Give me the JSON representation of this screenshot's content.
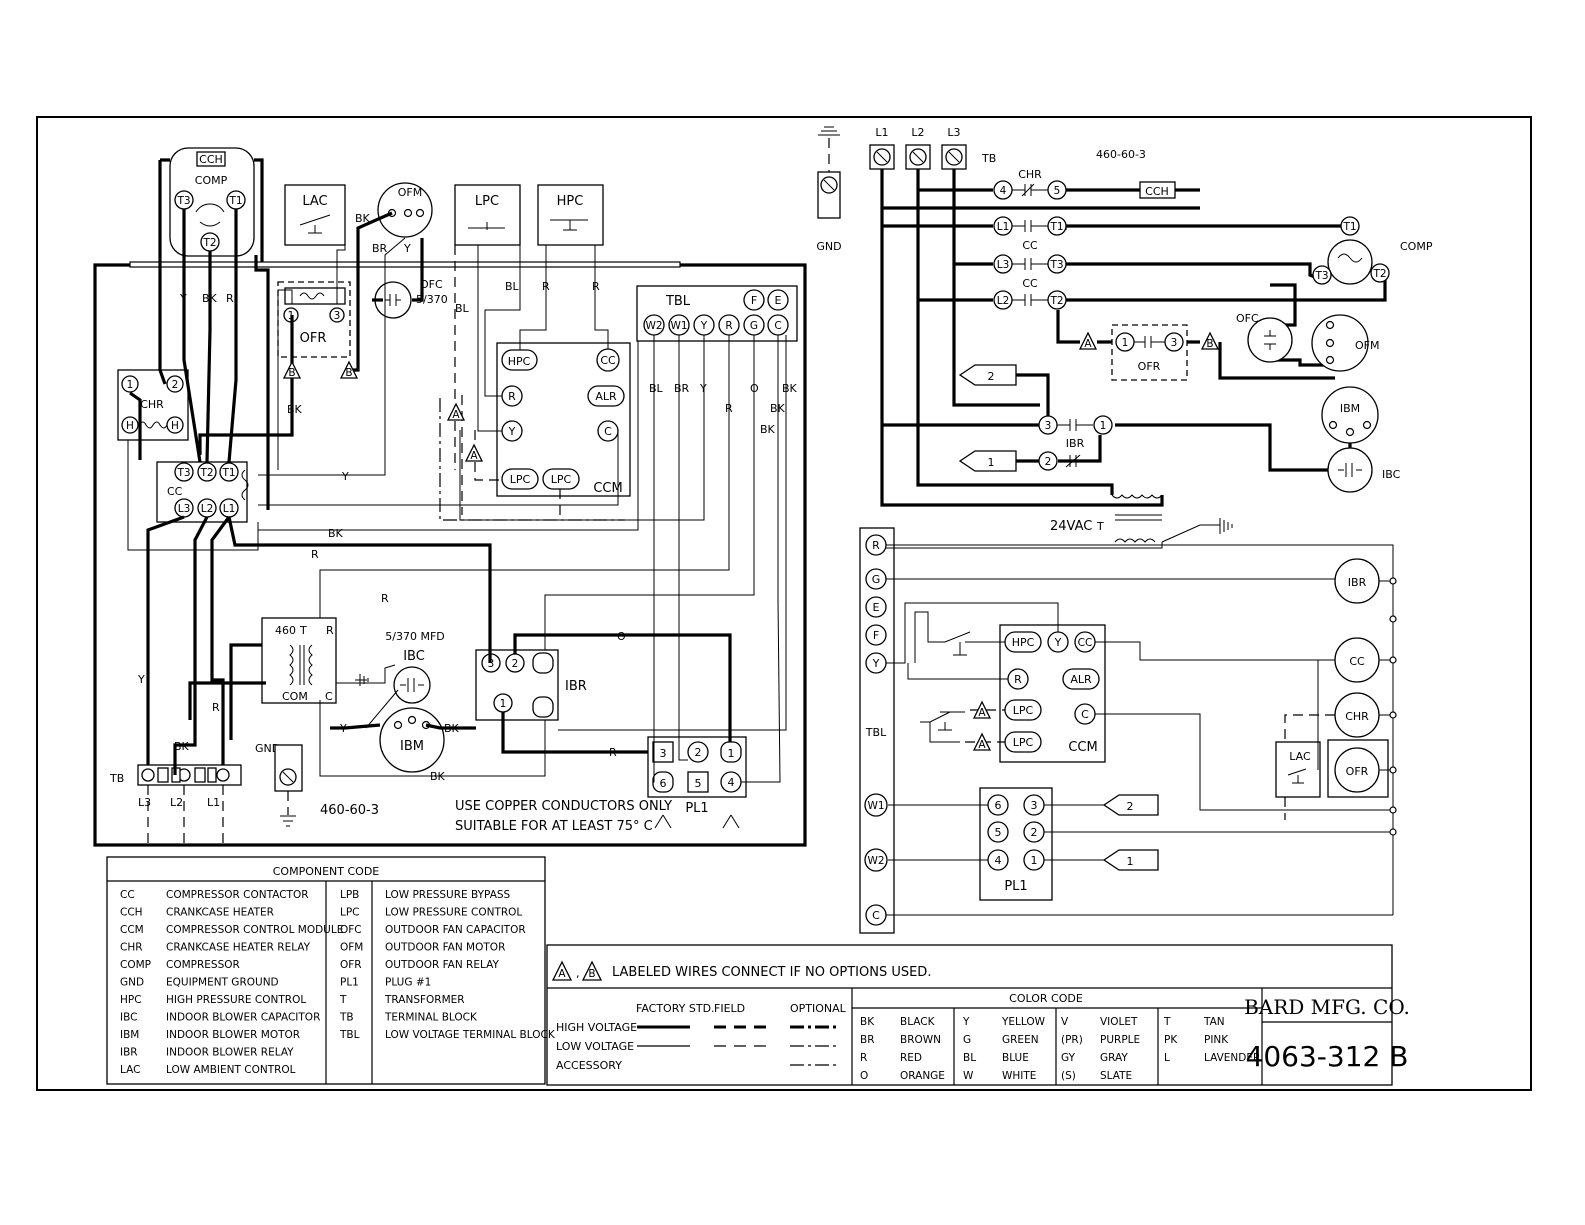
{
  "left_diagram": {
    "components": {
      "cch": "CCH",
      "comp": "COMP",
      "t3": "T3",
      "t1": "T1",
      "t2": "T2",
      "lac": "LAC",
      "ofm": "OFM",
      "lpc": "LPC",
      "hpc": "HPC",
      "ofc": "OFC",
      "ofc_rating": "5/370",
      "ofr": "OFR",
      "ofr_t1": "1",
      "ofr_t3": "3",
      "chr": "CHR",
      "chr_t1": "1",
      "chr_t2": "2",
      "chr_h": "H",
      "cc": "CC",
      "l1": "L1",
      "l2": "L2",
      "l3": "L3",
      "ccm": "CCM",
      "ccm_hpc": "HPC",
      "ccm_cc": "CC",
      "ccm_r": "R",
      "ccm_alr": "ALR",
      "ccm_y": "Y",
      "ccm_c": "C",
      "ccm_lpc": "LPC",
      "tbl": "TBL",
      "tbl_terms": [
        "W2",
        "W1",
        "Y",
        "R",
        "G",
        "C"
      ],
      "tbl_f": "F",
      "tbl_e": "E",
      "transformer_v": "460",
      "transformer_t": "T",
      "transformer_r": "R",
      "transformer_com": "COM",
      "transformer_c": "C",
      "ibc_rating": "5/370 MFD",
      "ibc": "IBC",
      "ibm": "IBM",
      "ibr": "IBR",
      "ibr_terms": [
        "3",
        "2",
        "1"
      ],
      "pl1": "PL1",
      "pl1_terms": [
        "3",
        "2",
        "1",
        "6",
        "5",
        "4"
      ],
      "tb": "TB",
      "gnd": "GND",
      "power": "460-60-3",
      "note_line1": "USE COPPER CONDUCTORS ONLY",
      "note_line2": "SUITABLE FOR AT LEAST 75° C",
      "a_tag": "A",
      "b_tag": "B"
    },
    "wire_labels": {
      "y": "Y",
      "bk": "BK",
      "r": "R",
      "bl": "BL",
      "br": "BR",
      "o": "O"
    }
  },
  "right_diagram": {
    "l1": "L1",
    "l2": "L2",
    "l3": "L3",
    "tb": "TB",
    "gnd": "GND",
    "power": "460-60-3",
    "chr": "CHR",
    "chr_t4": "4",
    "chr_t5": "5",
    "cch": "CCH",
    "cc": "CC",
    "cc_l1": "L1",
    "cc_t1": "T1",
    "cc_l3": "L3",
    "cc_t3": "T3",
    "cc_l2": "L2",
    "cc_t2": "T2",
    "comp": "COMP",
    "comp_t1": "T1",
    "comp_t2": "T2",
    "comp_t3": "T3",
    "ofc": "OFC",
    "ofm": "OFM",
    "ofr": "OFR",
    "ofr_1": "1",
    "ofr_3": "3",
    "ibm": "IBM",
    "ibc": "IBC",
    "ibr": "IBR",
    "ibr_3": "3",
    "ibr_1": "1",
    "ibr_2": "2",
    "flag_2": "2",
    "flag_1": "1",
    "transformer_v": "24VAC",
    "transformer_t": "T",
    "tbl": "TBL",
    "tbl_terms": [
      "R",
      "G",
      "E",
      "F",
      "Y",
      "W1",
      "W2",
      "C"
    ],
    "ccm": "CCM",
    "ccm_hpc": "HPC",
    "ccm_y": "Y",
    "ccm_cc": "CC",
    "ccm_r": "R",
    "ccm_alr": "ALR",
    "ccm_lpc": "LPC",
    "ccm_c": "C",
    "pl1": "PL1",
    "pl1_terms": [
      "6",
      "3",
      "5",
      "2",
      "4",
      "1"
    ],
    "loads": [
      "IBR",
      "CC",
      "CHR",
      "OFR"
    ],
    "lac": "LAC",
    "a_tag": "A"
  },
  "component_code": {
    "title": "COMPONENT CODE",
    "left": [
      {
        "code": "CC",
        "desc": "COMPRESSOR CONTACTOR"
      },
      {
        "code": "CCH",
        "desc": "CRANKCASE HEATER"
      },
      {
        "code": "CCM",
        "desc": "COMPRESSOR CONTROL MODULE"
      },
      {
        "code": "CHR",
        "desc": "CRANKCASE HEATER RELAY"
      },
      {
        "code": "COMP",
        "desc": "COMPRESSOR"
      },
      {
        "code": "GND",
        "desc": "EQUIPMENT GROUND"
      },
      {
        "code": "HPC",
        "desc": "HIGH PRESSURE CONTROL"
      },
      {
        "code": "IBC",
        "desc": "INDOOR BLOWER CAPACITOR"
      },
      {
        "code": "IBM",
        "desc": "INDOOR BLOWER MOTOR"
      },
      {
        "code": "IBR",
        "desc": "INDOOR BLOWER RELAY"
      },
      {
        "code": "LAC",
        "desc": "LOW AMBIENT CONTROL"
      }
    ],
    "right": [
      {
        "code": "LPB",
        "desc": "LOW PRESSURE BYPASS"
      },
      {
        "code": "LPC",
        "desc": "LOW PRESSURE CONTROL"
      },
      {
        "code": "OFC",
        "desc": "OUTDOOR FAN CAPACITOR"
      },
      {
        "code": "OFM",
        "desc": "OUTDOOR FAN MOTOR"
      },
      {
        "code": "OFR",
        "desc": "OUTDOOR FAN RELAY"
      },
      {
        "code": "PL1",
        "desc": "PLUG #1"
      },
      {
        "code": "T",
        "desc": "TRANSFORMER"
      },
      {
        "code": "TB",
        "desc": "TERMINAL BLOCK"
      },
      {
        "code": "TBL",
        "desc": "LOW VOLTAGE TERMINAL BLOCK"
      }
    ]
  },
  "legend": {
    "note": "LABELED WIRES CONNECT IF NO OPTIONS USED.",
    "note_a": "A",
    "note_b": "B",
    "headers": {
      "factory": "FACTORY STD.",
      "field": "FIELD",
      "optional": "OPTIONAL"
    },
    "rows": [
      "HIGH VOLTAGE",
      "LOW VOLTAGE",
      "ACCESSORY"
    ]
  },
  "color_code": {
    "title": "COLOR CODE",
    "groups": [
      [
        {
          "code": "BK",
          "name": "BLACK"
        },
        {
          "code": "BR",
          "name": "BROWN"
        },
        {
          "code": "R",
          "name": "RED"
        },
        {
          "code": "O",
          "name": "ORANGE"
        }
      ],
      [
        {
          "code": "Y",
          "name": "YELLOW"
        },
        {
          "code": "G",
          "name": "GREEN"
        },
        {
          "code": "BL",
          "name": "BLUE"
        },
        {
          "code": "W",
          "name": "WHITE"
        }
      ],
      [
        {
          "code": "V",
          "name": "VIOLET"
        },
        {
          "code": "(PR)",
          "name": "PURPLE"
        },
        {
          "code": "GY",
          "name": "GRAY"
        },
        {
          "code": "(S)",
          "name": "SLATE"
        }
      ],
      [
        {
          "code": "T",
          "name": "TAN"
        },
        {
          "code": "PK",
          "name": "PINK"
        },
        {
          "code": "L",
          "name": "LAVENDER"
        },
        {
          "code": "",
          "name": ""
        }
      ]
    ]
  },
  "title_block": {
    "company": "BARD MFG. CO.",
    "drawing_number": "4063-312 B"
  }
}
